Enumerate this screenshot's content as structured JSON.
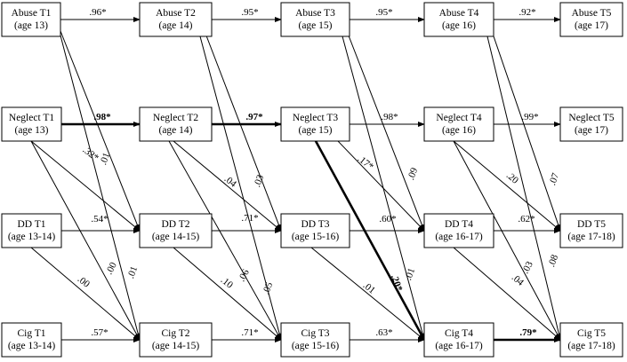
{
  "nodes": {
    "abuse_t1": {
      "line1": "Abuse T1",
      "line2": "(age 13)"
    },
    "abuse_t2": {
      "line1": "Abuse T2",
      "line2": "(age 14)"
    },
    "abuse_t3": {
      "line1": "Abuse T3",
      "line2": "(age 15)"
    },
    "abuse_t4": {
      "line1": "Abuse T4",
      "line2": "(age 16)"
    },
    "abuse_t5": {
      "line1": "Abuse T5",
      "line2": "(age 17)"
    },
    "neglect_t1": {
      "line1": "Neglect T1",
      "line2": "(age 13)"
    },
    "neglect_t2": {
      "line1": "Neglect T2",
      "line2": "(age 14)"
    },
    "neglect_t3": {
      "line1": "Neglect T3",
      "line2": "(age 15)"
    },
    "neglect_t4": {
      "line1": "Neglect T4",
      "line2": "(age 16)"
    },
    "neglect_t5": {
      "line1": "Neglect T5",
      "line2": "(age 17)"
    },
    "dd_t1": {
      "line1": "DD T1",
      "line2": "(age 13-14)"
    },
    "dd_t2": {
      "line1": "DD T2",
      "line2": "(age 14-15)"
    },
    "dd_t3": {
      "line1": "DD T3",
      "line2": "(age 15-16)"
    },
    "dd_t4": {
      "line1": "DD T4",
      "line2": "(age 16-17)"
    },
    "dd_t5": {
      "line1": "DD T5",
      "line2": "(age 17-18)"
    },
    "cig_t1": {
      "line1": "Cig T1",
      "line2": "(age 13-14)"
    },
    "cig_t2": {
      "line1": "Cig T2",
      "line2": "(age 14-15)"
    },
    "cig_t3": {
      "line1": "Cig T3",
      "line2": "(age 15-16)"
    },
    "cig_t4": {
      "line1": "Cig T4",
      "line2": "(age 16-17)"
    },
    "cig_t5": {
      "line1": "Cig T5",
      "line2": "(age 17-18)"
    }
  },
  "paths": [
    {
      "id": "a12",
      "from": "abuse_t1",
      "to": "abuse_t2",
      "label": ".96*",
      "bold": false
    },
    {
      "id": "a23",
      "from": "abuse_t2",
      "to": "abuse_t3",
      "label": ".95*",
      "bold": false
    },
    {
      "id": "a34",
      "from": "abuse_t3",
      "to": "abuse_t4",
      "label": ".95*",
      "bold": false
    },
    {
      "id": "a45",
      "from": "abuse_t4",
      "to": "abuse_t5",
      "label": ".92*",
      "bold": false
    },
    {
      "id": "n12",
      "from": "neglect_t1",
      "to": "neglect_t2",
      "label": ".98*",
      "bold": true
    },
    {
      "id": "n23",
      "from": "neglect_t2",
      "to": "neglect_t3",
      "label": ".97*",
      "bold": true
    },
    {
      "id": "n34",
      "from": "neglect_t3",
      "to": "neglect_t4",
      "label": ".98*",
      "bold": false
    },
    {
      "id": "n45",
      "from": "neglect_t4",
      "to": "neglect_t5",
      "label": ".99*",
      "bold": false
    },
    {
      "id": "d12",
      "from": "dd_t1",
      "to": "dd_t2",
      "label": ".54*",
      "bold": false
    },
    {
      "id": "d23",
      "from": "dd_t2",
      "to": "dd_t3",
      "label": ".71*",
      "bold": false
    },
    {
      "id": "d34",
      "from": "dd_t3",
      "to": "dd_t4",
      "label": ".60*",
      "bold": false
    },
    {
      "id": "d45",
      "from": "dd_t4",
      "to": "dd_t5",
      "label": ".62*",
      "bold": false
    },
    {
      "id": "c12",
      "from": "cig_t1",
      "to": "cig_t2",
      "label": ".57*",
      "bold": false
    },
    {
      "id": "c23",
      "from": "cig_t2",
      "to": "cig_t3",
      "label": ".71*",
      "bold": false
    },
    {
      "id": "c34",
      "from": "cig_t3",
      "to": "cig_t4",
      "label": ".63*",
      "bold": false
    },
    {
      "id": "c45",
      "from": "cig_t4",
      "to": "cig_t5",
      "label": ".79*",
      "bold": true
    },
    {
      "id": "a1d2",
      "from": "abuse_t1",
      "to": "dd_t2",
      "label": ".01",
      "bold": false
    },
    {
      "id": "a1c2",
      "from": "abuse_t1",
      "to": "cig_t2",
      "label": ".01",
      "bold": false
    },
    {
      "id": "a2d3",
      "from": "abuse_t2",
      "to": "dd_t3",
      "label": ".03",
      "bold": false
    },
    {
      "id": "a2c3",
      "from": "abuse_t2",
      "to": "cig_t3",
      "label": ".05",
      "bold": false
    },
    {
      "id": "a3d4",
      "from": "abuse_t3",
      "to": "dd_t4",
      "label": ".09",
      "bold": false
    },
    {
      "id": "a3c4",
      "from": "abuse_t3",
      "to": "cig_t4",
      "label": ".01",
      "bold": false
    },
    {
      "id": "a4d5",
      "from": "abuse_t4",
      "to": "dd_t5",
      "label": ".07",
      "bold": false
    },
    {
      "id": "a4c5",
      "from": "abuse_t4",
      "to": "cig_t5",
      "label": ".08",
      "bold": false
    },
    {
      "id": "n1d2",
      "from": "neglect_t1",
      "to": "dd_t2",
      "label": ".32*",
      "bold": false
    },
    {
      "id": "n1c2",
      "from": "neglect_t1",
      "to": "cig_t2",
      "label": ".00",
      "bold": false
    },
    {
      "id": "n2d3",
      "from": "neglect_t2",
      "to": "dd_t3",
      "label": ".04",
      "bold": false
    },
    {
      "id": "n2c3",
      "from": "neglect_t2",
      "to": "cig_t3",
      "label": ".06",
      "bold": false
    },
    {
      "id": "n3d4",
      "from": "neglect_t3",
      "to": "dd_t4",
      "label": ".17*",
      "bold": false
    },
    {
      "id": "n3c4",
      "from": "neglect_t3",
      "to": "cig_t4",
      "label": ".20*",
      "bold": true
    },
    {
      "id": "n4d5",
      "from": "neglect_t4",
      "to": "dd_t5",
      "label": ".20",
      "bold": false
    },
    {
      "id": "n4c5",
      "from": "neglect_t4",
      "to": "cig_t5",
      "label": ".03",
      "bold": false
    },
    {
      "id": "d1c2",
      "from": "dd_t1",
      "to": "cig_t2",
      "label": ".00",
      "bold": false
    },
    {
      "id": "d2c3",
      "from": "dd_t2",
      "to": "cig_t3",
      "label": ".10",
      "bold": false
    },
    {
      "id": "d3c4",
      "from": "dd_t3",
      "to": "cig_t4",
      "label": ".01",
      "bold": false
    },
    {
      "id": "d4c5",
      "from": "dd_t4",
      "to": "cig_t5",
      "label": ".04",
      "bold": false
    }
  ]
}
